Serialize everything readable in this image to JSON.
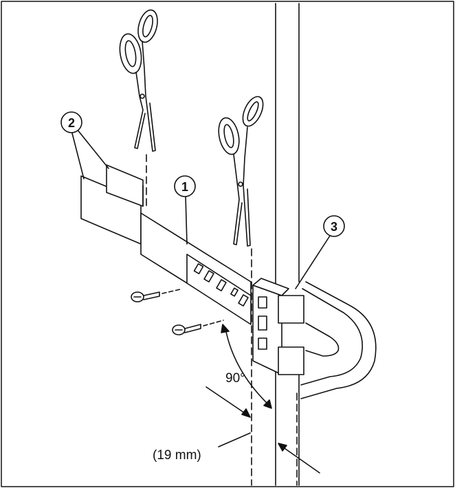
{
  "callouts": {
    "c1": "1",
    "c2": "2",
    "c3": "3"
  },
  "dimensions": {
    "angle": "90°",
    "offset": "(19 mm)"
  },
  "colors": {
    "ink": "#111111",
    "paper": "#ffffff",
    "tape_fill": "#f4f4f4"
  }
}
